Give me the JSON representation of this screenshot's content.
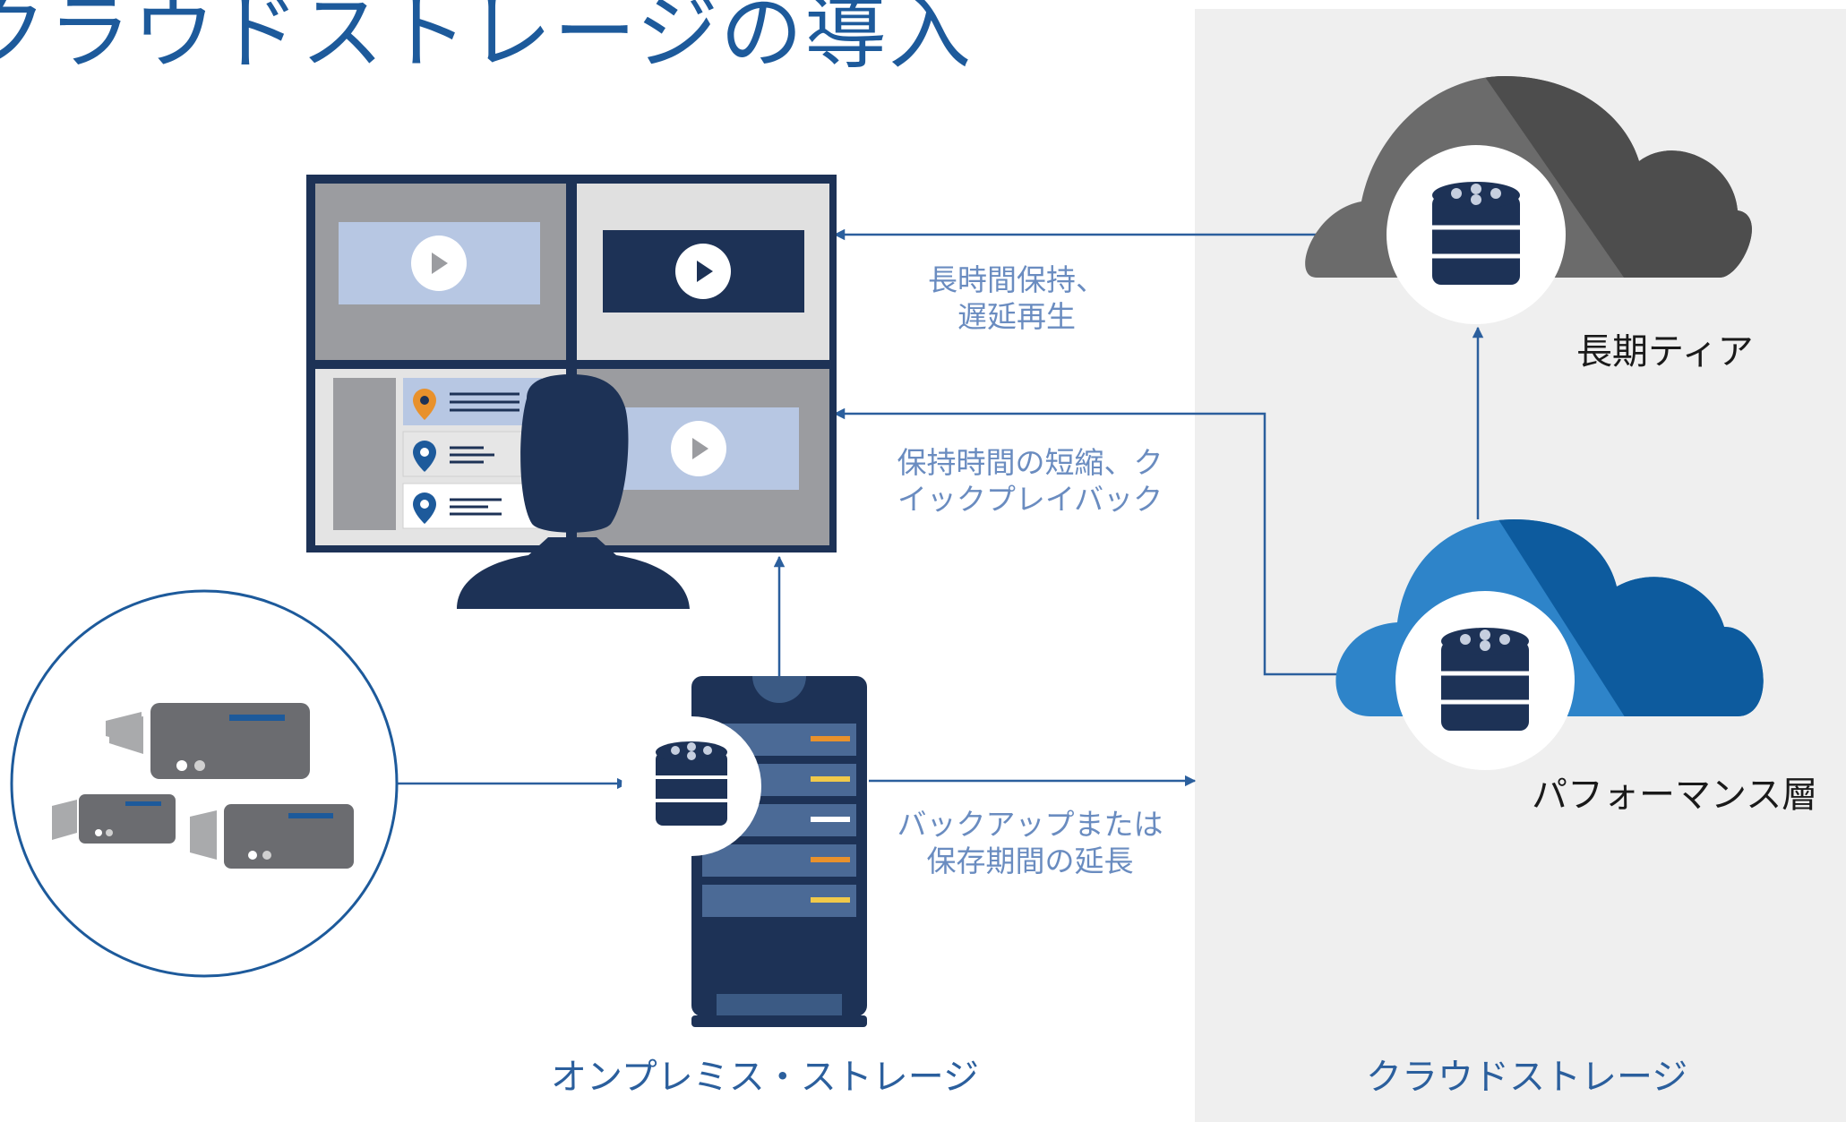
{
  "title": "クラウドストレージの導入",
  "labels": {
    "long_retention": "長時間保持、",
    "delayed_playback": "遅延再生",
    "short_retention": "保持時間の短縮、ク",
    "quick_playback": "イックプレイバック",
    "backup": "バックアップまたは",
    "extend_retention": "保存期間の延長",
    "long_term_tier": "長期ティア",
    "performance_tier": "パフォーマンス層",
    "on_premises": "オンプレミス・ストレージ",
    "cloud_storage": "クラウドストレージ"
  },
  "colors": {
    "title": "#1d5a9b",
    "navy": "#1d3256",
    "arrow": "#2b5f9d",
    "cloud_gray_light": "#6b6b6b",
    "cloud_gray_dark": "#4d4d4d",
    "cloud_blue_light": "#2e84c9",
    "cloud_blue_dark": "#0d5b9e",
    "panel": "#efefef"
  },
  "icons": [
    "monitor-wall-icon",
    "user-silhouette-icon",
    "camera-group-icon",
    "server-rack-icon",
    "database-icon",
    "cloud-icon",
    "play-icon",
    "location-pin-icon"
  ]
}
